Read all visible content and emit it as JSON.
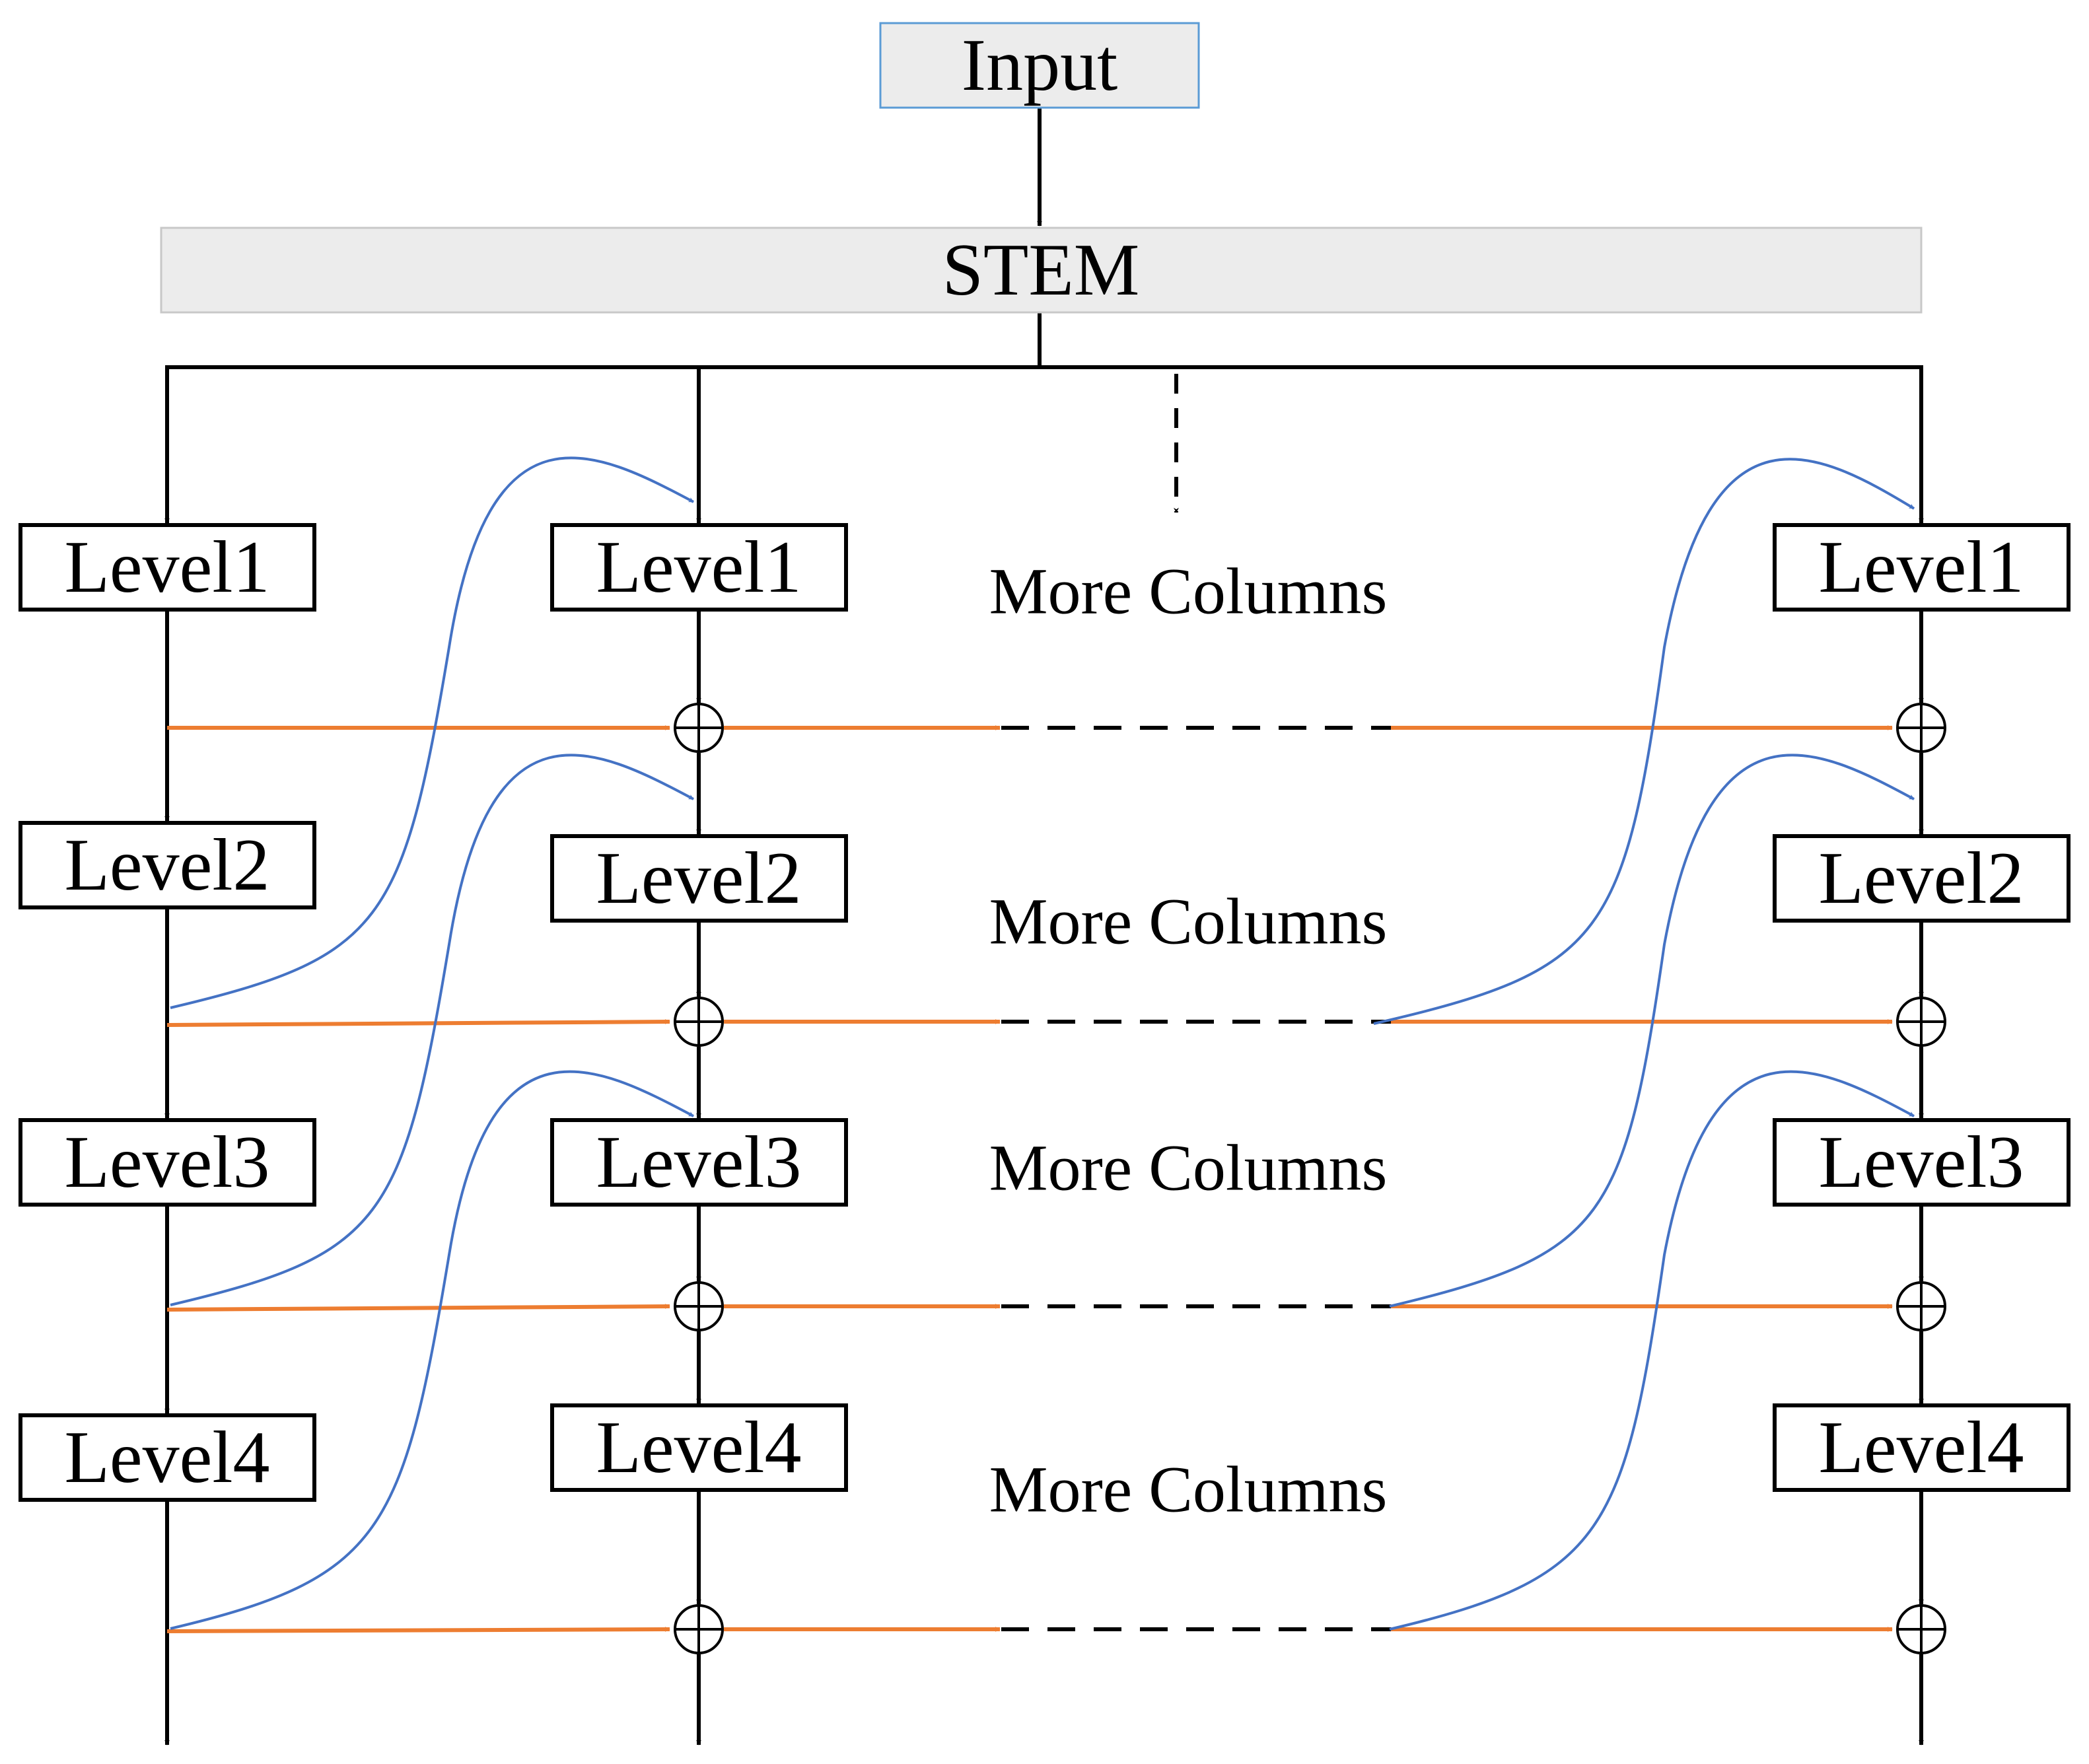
{
  "input_label": "Input",
  "stem_label": "STEM",
  "columns": [
    {
      "levels": [
        "Level1",
        "Level2",
        "Level3",
        "Level4"
      ]
    },
    {
      "levels": [
        "Level1",
        "Level2",
        "Level3",
        "Level4"
      ]
    },
    {
      "levels": [
        "Level1",
        "Level2",
        "Level3",
        "Level4"
      ]
    }
  ],
  "more_columns_labels": [
    "More Columns",
    "More Columns",
    "More Columns",
    "More Columns"
  ],
  "colors": {
    "forward_arrow": "#000000",
    "lateral_connection": "#ED7D31",
    "reversible_connection": "#4472C4",
    "box_fill_top": "#ECECEC",
    "box_stroke_input": "#5B9BD5",
    "box_stroke_stem": "#C8C8C8"
  },
  "icons": [
    "add-operator-icon",
    "arrow-down-icon",
    "arrow-right-icon"
  ]
}
